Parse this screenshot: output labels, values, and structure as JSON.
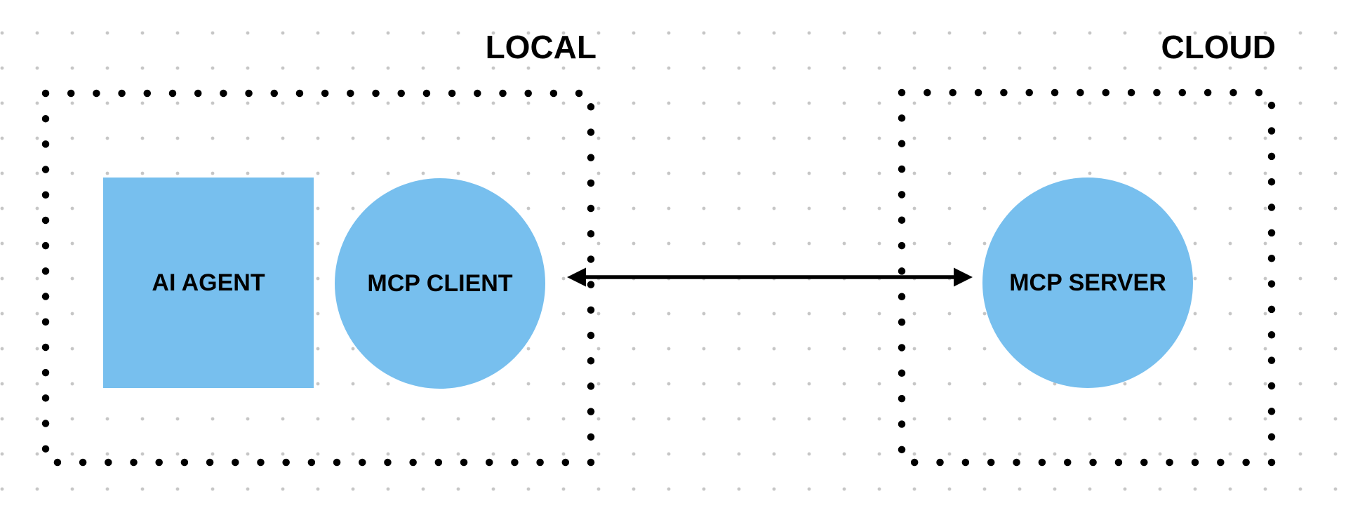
{
  "colors": {
    "background": "#ffffff",
    "grid_dot": "#c6c6c6",
    "border_dot": "#000000",
    "arrow": "#000000",
    "label_text": "#000000",
    "node_fill": "#77BFEE"
  },
  "groups": [
    {
      "id": "local",
      "label": "LOCAL"
    },
    {
      "id": "cloud",
      "label": "CLOUD"
    }
  ],
  "nodes": [
    {
      "id": "ai-agent",
      "label": "AI AGENT",
      "shape": "square",
      "group": "LOCAL"
    },
    {
      "id": "mcp-client",
      "label": "MCP CLIENT",
      "shape": "circle",
      "group": "LOCAL"
    },
    {
      "id": "mcp-server",
      "label": "MCP SERVER",
      "shape": "circle",
      "group": "CLOUD"
    }
  ],
  "connections": [
    {
      "from": "MCP CLIENT",
      "to": "MCP SERVER",
      "style": "double-headed-arrow"
    }
  ]
}
